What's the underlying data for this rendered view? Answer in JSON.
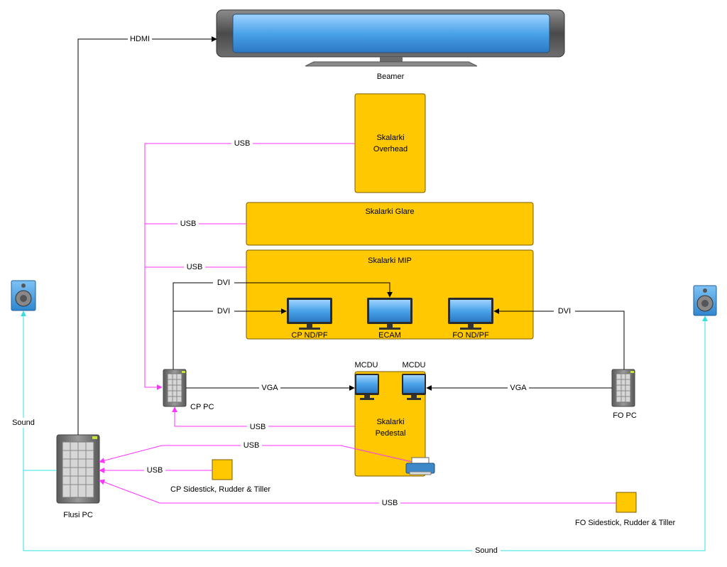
{
  "colors": {
    "panel_fill": "#ffc800",
    "panel_stroke": "#7a5c00",
    "usb_line": "#ff33ff",
    "sound_line": "#33e0e0",
    "video_line": "#000000",
    "screen_blue": "#4aa3e8"
  },
  "nodes": {
    "beamer": "Beamer",
    "overhead": [
      "Skalarki",
      "Overhead"
    ],
    "glare": "Skalarki Glare",
    "mip": "Skalarki MIP",
    "pedestal": [
      "Skalarki",
      "Pedestal"
    ],
    "cp_nd_pf": "CP ND/PF",
    "ecam": "ECAM",
    "fo_nd_pf": "FO ND/PF",
    "mcdu_left": "MCDU",
    "mcdu_right": "MCDU",
    "cp_pc": "CP PC",
    "fo_pc": "FO PC",
    "flusi_pc": "Flusi PC",
    "cp_controls": "CP Sidestick, Rudder & Tiller",
    "fo_controls": "FO Sidestick, Rudder & Tiller"
  },
  "icons": {
    "beamer": "display-monitor-icon",
    "screens": "lcd-monitor-icon",
    "pcs": "tower-server-icon",
    "speakers": "speaker-icon",
    "printer": "printer-icon"
  },
  "edges": {
    "hdmi": "HDMI",
    "usb_overhead": "USB",
    "usb_glare": "USB",
    "usb_mip": "USB",
    "dvi_ecam": "DVI",
    "dvi_cp": "DVI",
    "dvi_fo": "DVI",
    "vga_cp": "VGA",
    "vga_fo": "VGA",
    "usb_pedestal": "USB",
    "usb_printer": "USB",
    "usb_cp_controls": "USB",
    "usb_fo_controls": "USB",
    "sound_left": "Sound",
    "sound_bottom": "Sound"
  }
}
